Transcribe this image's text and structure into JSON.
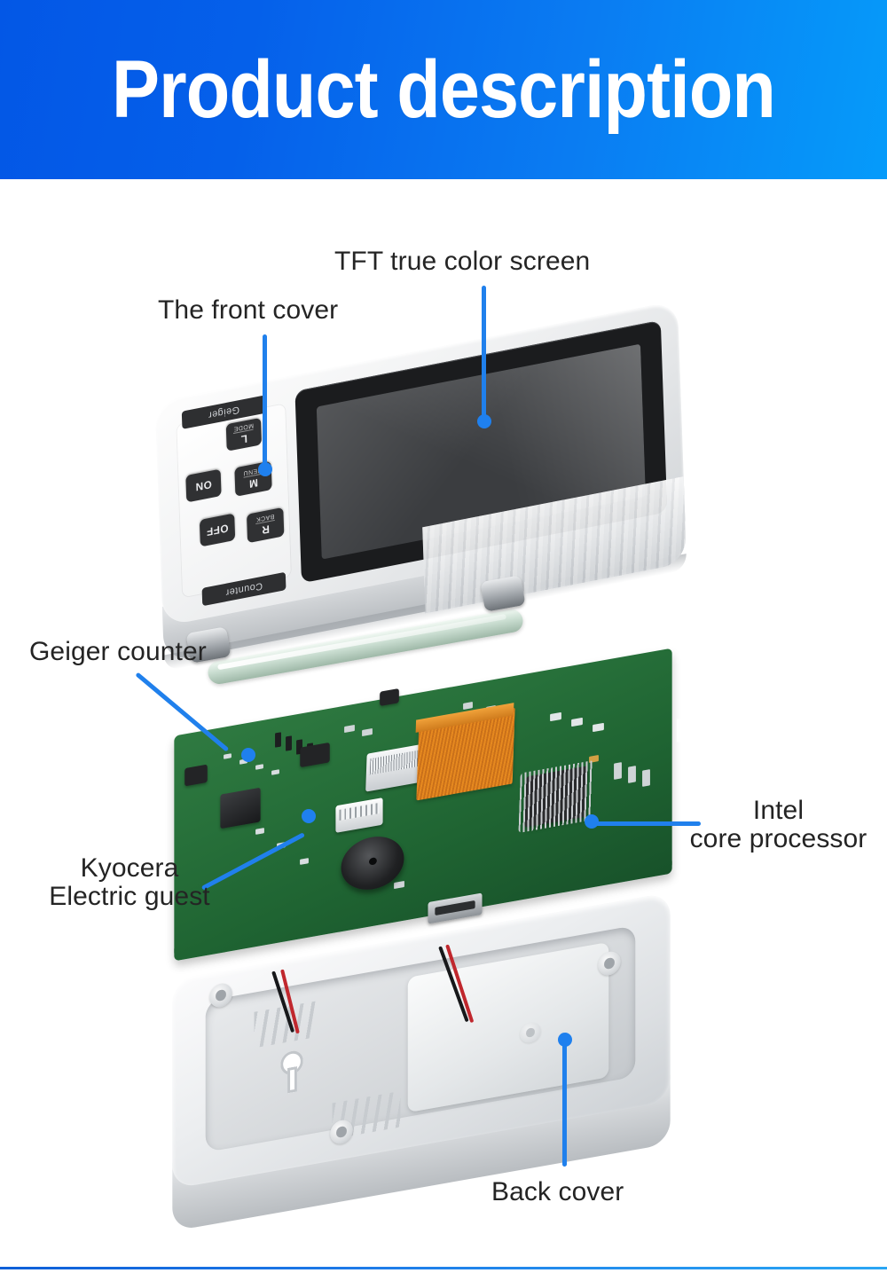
{
  "header": {
    "title": "Product description",
    "gradient_from": "#0357e6",
    "gradient_to": "#059bfa"
  },
  "accent_color": "#2080ec",
  "text_color": "#242424",
  "callouts": [
    {
      "id": "front-cover",
      "label": "The front cover",
      "leader": "vertical"
    },
    {
      "id": "tft-screen",
      "label": "TFT true color screen",
      "leader": "vertical"
    },
    {
      "id": "geiger-tube",
      "label": "Geiger counter",
      "leader": "diagonal"
    },
    {
      "id": "kyocera",
      "line1": "Kyocera",
      "line2": "Electric guest",
      "leader": "diagonal"
    },
    {
      "id": "processor",
      "line1": "Intel",
      "line2": "core processor",
      "leader": "horizontal"
    },
    {
      "id": "back-cover",
      "label": "Back cover",
      "leader": "vertical"
    }
  ],
  "device": {
    "brand_top": "Geiger",
    "brand_bottom": "Counter",
    "keys": [
      {
        "id": "on",
        "label": "ON",
        "sub": ""
      },
      {
        "id": "off",
        "label": "OFF",
        "sub": ""
      },
      {
        "id": "left",
        "label": "L",
        "sub": "MODE"
      },
      {
        "id": "mid",
        "label": "M",
        "sub": "MENU"
      },
      {
        "id": "right",
        "label": "R",
        "sub": "BACK"
      }
    ],
    "housing_color": "#e6e8ea",
    "pcb_color": "#27703a",
    "screen_color": "#3b3d40",
    "ribbon_color": "#e6891f"
  }
}
